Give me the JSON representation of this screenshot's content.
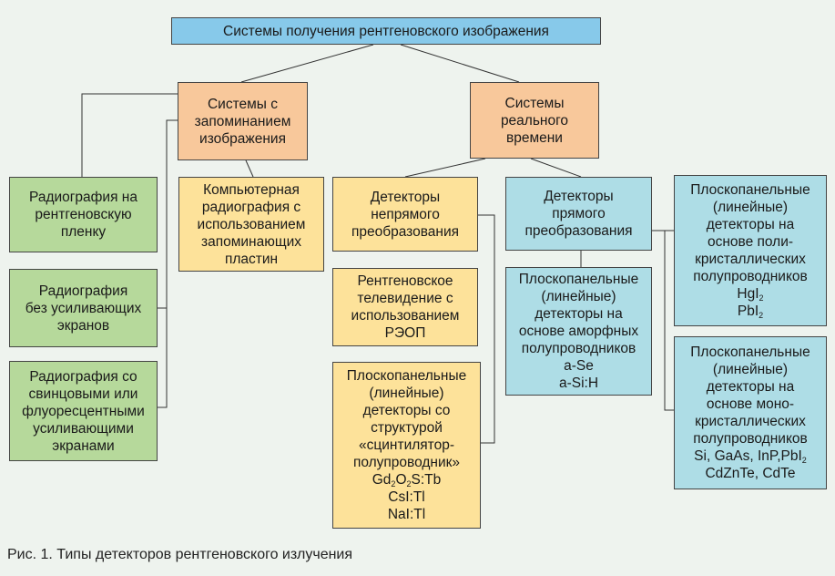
{
  "title": "Системы получения рентгеновского изображения",
  "storage_systems": [
    "Системы с",
    "запоминанием",
    "изображения"
  ],
  "realtime_systems": [
    "Системы",
    "реального",
    "времени"
  ],
  "film_radiography": [
    "Радиография на",
    "рентгеновскую",
    "пленку"
  ],
  "no_screen_radiography": [
    "Радиография",
    "без усиливающих",
    "экранов"
  ],
  "screen_radiography": [
    "Радиография со",
    "свинцовыми или",
    "флуоресцентными",
    "усиливающими",
    "экранами"
  ],
  "computed_radiography": [
    "Компьютерная",
    "радиография с",
    "использованием",
    "запоминающих",
    "пластин"
  ],
  "indirect_detectors": [
    "Детекторы",
    "непрямого",
    "преобразования"
  ],
  "xray_television": [
    "Рентгеновское",
    "телевидение с",
    "использованием",
    "РЭОП"
  ],
  "scintillator_panels": {
    "lines": [
      "Плоскопанельные",
      "(линейные)",
      "детекторы со",
      "структурой",
      "«сцинтилятор-",
      "полупроводник»"
    ],
    "formula_parts": [
      "Gd",
      "2",
      "O",
      "2",
      "S:Tb"
    ],
    "extra": [
      "CsI:Tl",
      "NaI:Tl"
    ]
  },
  "direct_detectors": [
    "Детекторы",
    "прямого",
    "преобразования"
  ],
  "amorphous_panels": [
    "Плоскопанельные",
    "(линейные)",
    "детекторы на",
    "основе аморфных",
    "полупроводников",
    "a-Se",
    "a-Si:H"
  ],
  "polycrystal_panels": {
    "lines": [
      "Плоскопанельные",
      "(линейные)",
      "детекторы на",
      "основе поли-",
      "кристаллических",
      "полупроводников"
    ],
    "hgi": [
      "HgI",
      "2"
    ],
    "pbi": [
      "PbI",
      "2"
    ]
  },
  "monocrystal_panels": {
    "lines": [
      "Плоскопанельные",
      "(линейные)",
      "детекторы на",
      "основе моно-",
      "кристаллических",
      "полупроводников"
    ],
    "compounds": [
      "Si, GaAs, InP,PbI",
      "2"
    ],
    "last": "CdZnTe, CdTe"
  },
  "caption": "Рис. 1. Типы детекторов рентгеновского излучения"
}
